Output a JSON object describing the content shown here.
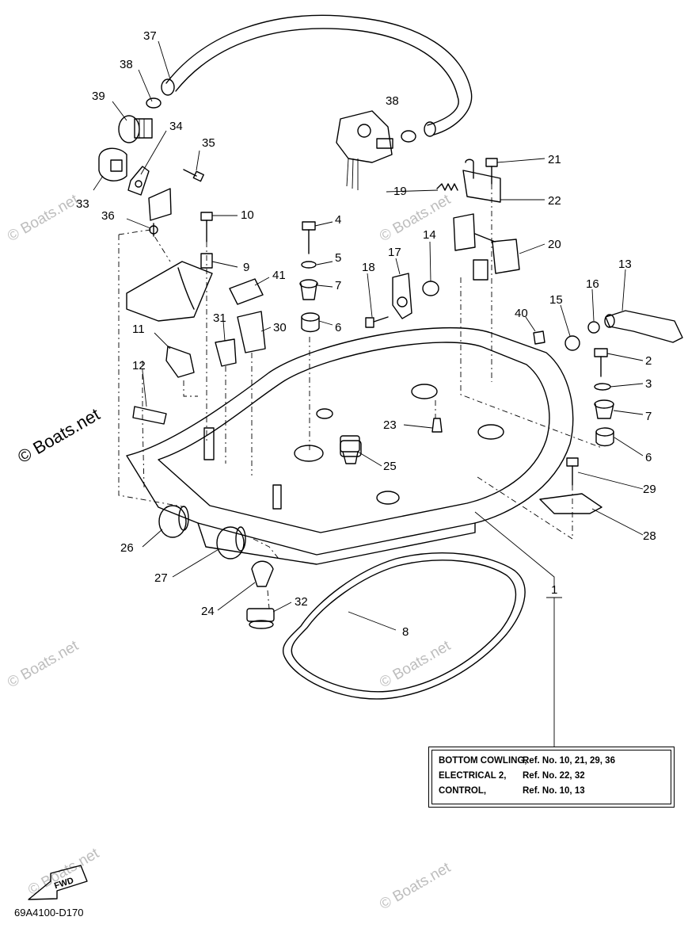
{
  "diagram": {
    "code": "69A4100-D170",
    "fwd_label": "FWD",
    "watermark": "© Boats.net",
    "watermark_small": "© Boats.net",
    "reference_table": [
      {
        "name": "BOTTOM COWLING,",
        "refs": "Ref. No. 10, 21, 29, 36"
      },
      {
        "name": "ELECTRICAL 2,",
        "refs": "Ref. No. 22, 32"
      },
      {
        "name": "CONTROL,",
        "refs": "Ref. No. 10, 13"
      }
    ],
    "callouts": {
      "c1": "1",
      "c2": "2",
      "c3": "3",
      "c4": "4",
      "c5": "5",
      "c6a": "6",
      "c6b": "6",
      "c7a": "7",
      "c7b": "7",
      "c8": "8",
      "c9": "9",
      "c10": "10",
      "c11": "11",
      "c12": "12",
      "c13": "13",
      "c14": "14",
      "c15": "15",
      "c16": "16",
      "c17": "17",
      "c18": "18",
      "c19": "19",
      "c20": "20",
      "c21": "21",
      "c22": "22",
      "c23": "23",
      "c24": "24",
      "c25": "25",
      "c26": "26",
      "c27": "27",
      "c28": "28",
      "c29": "29",
      "c30": "30",
      "c31": "31",
      "c32": "32",
      "c33": "33",
      "c34": "34",
      "c35": "35",
      "c36": "36",
      "c37": "37",
      "c38a": "38",
      "c38b": "38",
      "c39": "39",
      "c40": "40",
      "c41": "41"
    }
  }
}
